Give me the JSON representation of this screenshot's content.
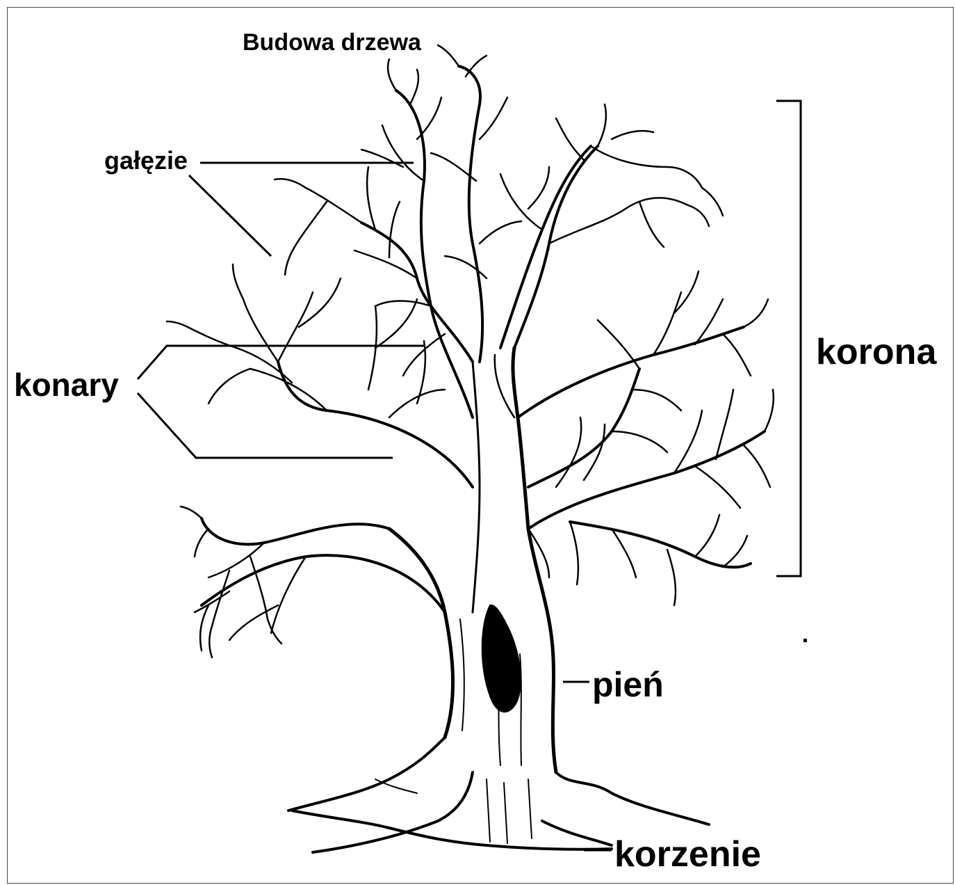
{
  "title": "Budowa drzewa",
  "labels": {
    "galezie": "gałęzie",
    "konary": "konary",
    "korona": "korona",
    "pien": "pień",
    "korzenie": "korzenie"
  },
  "colors": {
    "ink": "#000000",
    "background": "#ffffff",
    "frame": "#444444"
  }
}
